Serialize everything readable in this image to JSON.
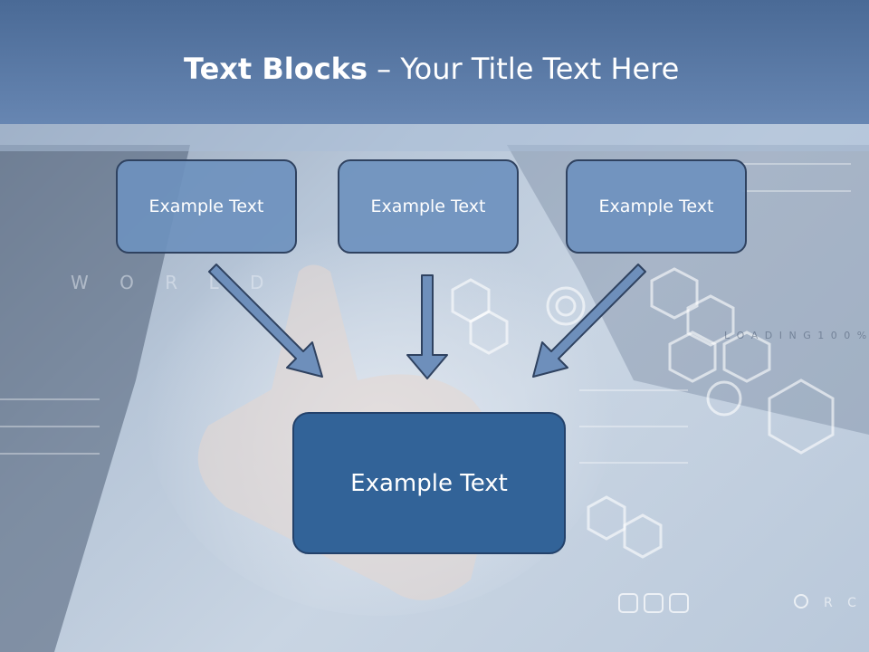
{
  "title": {
    "bold": "Text Blocks",
    "separator": " – ",
    "rest": "Your Title Text Here"
  },
  "boxes": {
    "left": "Example Text",
    "middle": "Example Text",
    "right": "Example Text",
    "bottom": "Example Text"
  },
  "background_text": {
    "world": "W O R L D",
    "search": "R C H",
    "loading": "L O A D I N G  1 0 0 %"
  },
  "colors": {
    "header": "#5b7aa6",
    "box_fill": "#6e91be",
    "box_border": "#2f4260",
    "bottom_box_fill": "#326398",
    "arrow_fill": "#6e8fbb"
  }
}
